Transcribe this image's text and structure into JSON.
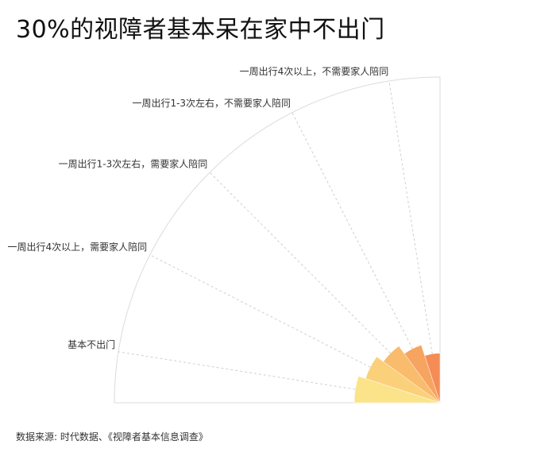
{
  "title": "30%的视障者基本呆在家中不出门",
  "source": "数据来源: 时代数据、《视障者基本信息调查》",
  "chart_data": {
    "type": "rose",
    "title": "30%的视障者基本呆在家中不出门",
    "categories": [
      "基本不出门",
      "一周出行4次以上，需要家人陪同",
      "一周出行1-3次左右，需要家人陪同",
      "一周出行1-3次左右，不需要家人陪同",
      "一周出行4次以上，不需要家人陪同"
    ],
    "values": [
      30,
      25,
      20,
      15,
      10
    ],
    "colors": [
      "#fbe38a",
      "#fbd07a",
      "#f9bb6c",
      "#f7a460",
      "#f58c55"
    ],
    "legend": "none"
  }
}
